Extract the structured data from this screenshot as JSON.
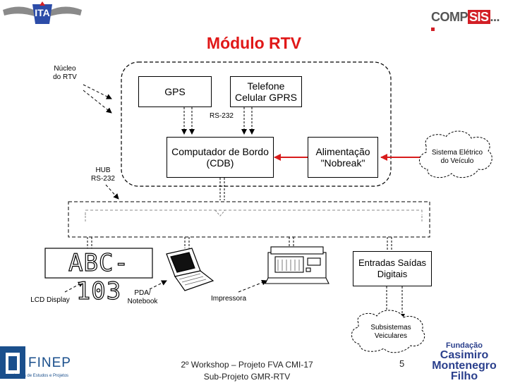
{
  "title": "Módulo RTV",
  "logos": {
    "ita": "ITA",
    "compsis": {
      "part1": "COMP",
      "part2": "SIS",
      "suffix": "..."
    },
    "finep": {
      "name": "FINEP",
      "tagline": "Financiadora de Estudos e Projetos"
    },
    "fundacao": {
      "line1": "Fundação",
      "line2": "Casimiro",
      "line3": "Montenegro",
      "line4": "Filho"
    }
  },
  "annotations": {
    "nucleo": "Núcleo\ndo RTV",
    "hub": "HUB\nRS-232",
    "rs232": "RS-232"
  },
  "boxes": {
    "gps": "GPS",
    "telefone": "Telefone\nCelular GPRS",
    "cdb": "Computador de Bordo\n(CDB)",
    "alimentacao": "Alimentação\n\"Nobreak\"",
    "entradas": "Entradas Saídas\nDigitais"
  },
  "clouds": {
    "sistema_eletrico": "Sistema Elétrico\ndo Veículo",
    "subsistemas": "Subsistemas\nVeiculares"
  },
  "devices": {
    "lcd_text": "ABC-103",
    "lcd_label": "LCD Display",
    "pda_label": "PDA/\nNotebook",
    "printer_label": "Impressora"
  },
  "footer": {
    "line1": "2º Workshop – Projeto FVA CMI-17",
    "line2": "Sub-Projeto GMR-RTV",
    "page": "5"
  },
  "colors": {
    "title": "#e01818",
    "arrow": "#d81c1c",
    "finep_blue": "#1a4f8c",
    "fundacao_blue": "#2a3f8c",
    "compsis_red": "#d21f26"
  }
}
